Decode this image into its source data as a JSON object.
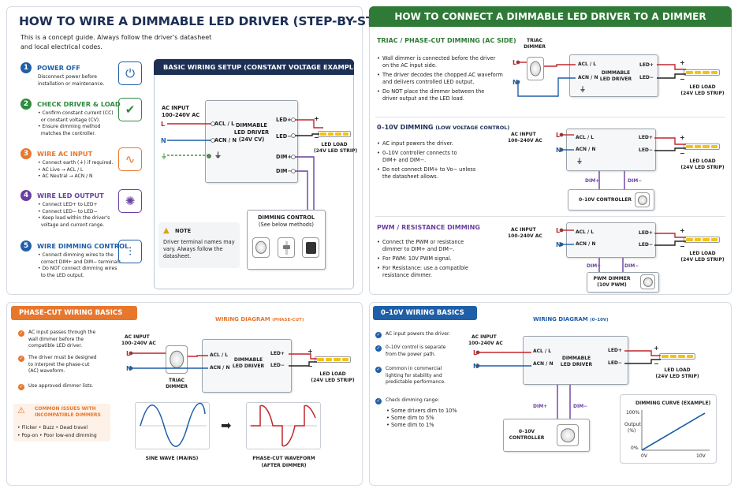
{
  "left": {
    "title": "HOW TO WIRE A DIMMABLE LED DRIVER (STEP-BY-STEP)",
    "subtitle_1": "This is a concept guide. Always follow the driver's datasheet",
    "subtitle_2": "and local electrical codes.",
    "steps": [
      {
        "num": "1",
        "title": "POWER OFF",
        "lines": [
          "Disconnect power before",
          "installation or maintenance."
        ],
        "color": "#1f5fa8",
        "icon": "power-icon"
      },
      {
        "num": "2",
        "title": "CHECK DRIVER & LOAD",
        "lines": [
          "• Confirm constant current (CC)",
          "  or constant voltage (CV).",
          "• Ensure dimming method",
          "  matches the controller."
        ],
        "color": "#2e8b3d",
        "icon": "clipboard-check-icon"
      },
      {
        "num": "3",
        "title": "WIRE AC INPUT",
        "lines": [
          "• Connect earth (⏚) if required.",
          "• AC Live → ACL / L",
          "• AC Neutral → ACN / N"
        ],
        "color": "#e8772e",
        "icon": "sine-wave-icon"
      },
      {
        "num": "4",
        "title": "WIRE LED OUTPUT",
        "lines": [
          "• Connect LED+ to LED+",
          "• Connect LED− to LED−",
          "• Keep load within the driver's",
          "  voltage and current range."
        ],
        "color": "#6a3fa0",
        "icon": "light-bulb-icon"
      },
      {
        "num": "5",
        "title": "WIRE DIMMING CONTROL",
        "lines": [
          "• Connect dimming wires to the",
          "  correct DIM+ and DIM− terminals.",
          "• Do NOT connect dimming wires",
          "  to the LED output."
        ],
        "color": "#1f5fa8",
        "icon": "sliders-icon"
      }
    ],
    "basic": {
      "header": "BASIC WIRING SETUP (CONSTANT VOLTAGE EXAMPLE)",
      "ac_input_1": "AC INPUT",
      "ac_input_2": "100–240V AC",
      "l": "L",
      "n": "N",
      "g": "⏚",
      "driver_1": "DIMMABLE",
      "driver_2": "LED DRIVER",
      "driver_3": "(24V CV)",
      "acl": "ACL / L",
      "acn": "ACN / N",
      "earth": "⏚",
      "ledp": "LED+",
      "ledm": "LED−",
      "dimp": "DIM+",
      "dimm": "DIM−",
      "plus": "+",
      "minus": "−",
      "load_1": "LED LOAD",
      "load_2": "(24V LED STRIP)",
      "control_1": "DIMMING CONTROL",
      "control_2": "(See below methods)",
      "note_title": "NOTE",
      "note_1": "Driver terminal names may",
      "note_2": "vary. Always follow the",
      "note_3": "datasheet."
    }
  },
  "right": {
    "title": "HOW TO CONNECT A DIMMABLE LED DRIVER TO A DIMMER",
    "triac": {
      "heading": "TRIAC / PHASE-CUT DIMMING (AC SIDE)",
      "bullets": [
        "Wall dimmer is connected before the driver",
        "on the AC input side.",
        "The driver decodes the chopped AC waveform",
        "and delivers controlled LED output.",
        "Do NOT place the dimmer between the",
        "driver output and the LED load."
      ],
      "dimmer_1": "TRIAC",
      "dimmer_2": "DIMMER",
      "l": "L",
      "n": "N",
      "acl": "ACL / L",
      "acn": "ACN / N",
      "ledp": "LED+",
      "ledm": "LED−",
      "driver_1": "DIMMABLE",
      "driver_2": "LED DRIVER",
      "plus": "+",
      "minus": "−",
      "load_1": "LED LOAD",
      "load_2": "(24V LED STRIP)"
    },
    "v010": {
      "heading": "0–10V DIMMING",
      "heading_sub": "(LOW VOLTAGE CONTROL)",
      "bullets": [
        "AC input powers the driver.",
        "0–10V controller connects to",
        "DIM+ and DIM−.",
        "Do not connect DIM+ to Vo− unless",
        "the datasheet allows."
      ],
      "ac_1": "AC INPUT",
      "ac_2": "100–240V AC",
      "l": "L",
      "n": "N",
      "acl": "ACL / L",
      "acn": "ACN / N",
      "ledp": "LED+",
      "ledm": "LED−",
      "dimp": "DIM+",
      "dimm": "DIM−",
      "plus": "+",
      "minus": "−",
      "load_1": "LED LOAD",
      "load_2": "(24V LED STRIP)",
      "controller": "0–10V CONTROLLER"
    },
    "pwm": {
      "heading": "PWM / RESISTANCE DIMMING",
      "bullets": [
        "Connect the PWM or resistance",
        "dimmer to DIM+ and DIM−.",
        "For PWM: 10V PWM signal.",
        "For Resistance: use a compatible",
        "resistance dimmer."
      ],
      "ac_1": "AC INPUT",
      "ac_2": "100–240V AC",
      "l": "L",
      "n": "N",
      "acl": "ACL / L",
      "acn": "ACN / N",
      "ledp": "LED+",
      "ledm": "LED−",
      "dimp": "DIM+",
      "dimm": "DIM−",
      "plus": "+",
      "minus": "−",
      "load_1": "LED LOAD",
      "load_2": "(24V LED STRIP)",
      "dimmer_1": "PWM DIMMER",
      "dimmer_2": "(10V PWM)"
    }
  },
  "phase": {
    "header": "PHASE-CUT WIRING BASICS",
    "checks": [
      "AC input passes through the",
      "wall dimmer before the",
      "compatible LED driver.",
      "The driver must be designed",
      "to interpret the phase-cut",
      "(AC) waveform.",
      "Use approved dimmer lists."
    ],
    "issues_1": "COMMON ISSUES WITH",
    "issues_2": "INCOMPATIBLE DIMMERS",
    "issues_row1": [
      "Flicker",
      "Buzz",
      "Dead travel"
    ],
    "issues_row2": [
      "Pop-on",
      "Poor low-end dimming"
    ],
    "diagram_title": "WIRING DIAGRAM",
    "diagram_sub": "(PHASE-CUT)",
    "ac_1": "AC INPUT",
    "ac_2": "100–240V AC",
    "l": "L",
    "n": "N",
    "acl": "ACL / L",
    "acn": "ACN / N",
    "ledp": "LED+",
    "ledm": "LED−",
    "driver_1": "DIMMABLE",
    "driver_2": "LED DRIVER",
    "dimmer_1": "TRIAC",
    "dimmer_2": "DIMMER",
    "plus": "+",
    "minus": "−",
    "load_1": "LED LOAD",
    "load_2": "(24V LED STRIP)",
    "sine_label": "SINE WAVE (MAINS)",
    "cut_label_1": "PHASE-CUT WAVEFORM",
    "cut_label_2": "(AFTER DIMMER)"
  },
  "v010basics": {
    "header": "0–10V WIRING BASICS",
    "checks": [
      "AC input powers the driver.",
      "0–10V control is separate",
      "from the power path.",
      "Common in commercial",
      "lighting for stability and",
      "predictable performance.",
      "Check dimming range:"
    ],
    "range": [
      "Some drivers dim to 10%",
      "Some dim to 5%",
      "Some dim to 1%"
    ],
    "diagram_title": "WIRING DIAGRAM",
    "diagram_sub": "(0–10V)",
    "ac_1": "AC INPUT",
    "ac_2": "100–240V AC",
    "l": "L",
    "n": "N",
    "acl": "ACL / L",
    "acn": "ACN / N",
    "ledp": "LED+",
    "ledm": "LED−",
    "driver_1": "DIMMABLE",
    "driver_2": "LED DRIVER",
    "dimp": "DIM+",
    "dimm": "DIM−",
    "plus": "+",
    "minus": "−",
    "load_1": "LED LOAD",
    "load_2": "(24V LED STRIP)",
    "controller_1": "0–10V",
    "controller_2": "CONTROLLER",
    "curve_title": "DIMMING CURVE (EXAMPLE)",
    "y_top": "100%",
    "y_bottom": "0%",
    "y_label_1": "Output",
    "y_label_2": "(%)",
    "x_left": "0V",
    "x_right": "10V"
  },
  "chart_data": {
    "type": "line",
    "title": "DIMMING CURVE (EXAMPLE)",
    "xlabel": "",
    "ylabel": "Output (%)",
    "x": [
      0,
      10
    ],
    "y": [
      0,
      100
    ],
    "xlim": [
      0,
      10
    ],
    "ylim": [
      0,
      100
    ]
  },
  "colors": {
    "live": "#c0262d",
    "neutral": "#1f5fa8",
    "earth": "#3d9a3d",
    "dim": "#6a3fa0",
    "accent_orange": "#e8772e",
    "accent_green": "#2e8b3d",
    "navy": "#1c2f55"
  }
}
